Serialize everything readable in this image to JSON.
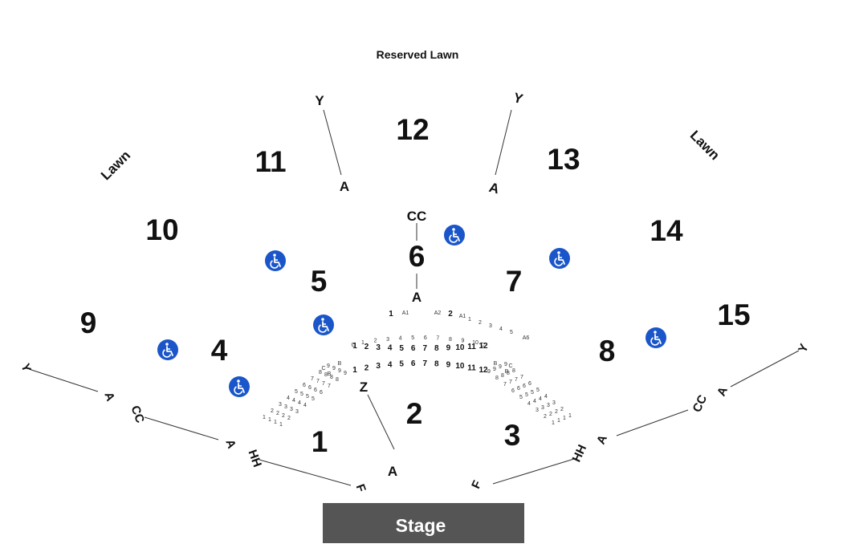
{
  "title": "Reserved Lawn",
  "stage_label": "Stage",
  "lawn_left": "Lawn",
  "lawn_right": "Lawn",
  "sections": [
    "1",
    "2",
    "3",
    "4",
    "5",
    "6",
    "7",
    "8",
    "9",
    "10",
    "11",
    "12",
    "13",
    "14",
    "15"
  ],
  "rows": {
    "y": "Y",
    "a": "A",
    "cc": "CC",
    "hh": "HH",
    "f": "F",
    "z": "Z"
  },
  "inner_rows": {
    "left_labels": [
      "B",
      "C"
    ],
    "right_labels": [
      "B",
      "C"
    ],
    "a1": "A1",
    "a2": "A2",
    "a6": "A6",
    "seat_numbers_front": [
      "1",
      "2",
      "3",
      "4",
      "5",
      "6",
      "7",
      "8",
      "9",
      "10",
      "11",
      "12"
    ],
    "seat_numbers_small": [
      "1",
      "2",
      "3",
      "4",
      "5",
      "6",
      "7",
      "8",
      "9",
      "10"
    ]
  },
  "icons": {
    "accessible": "wheelchair-icon"
  },
  "colors": {
    "accessible": "#1a56c9",
    "stage": "#555555"
  }
}
